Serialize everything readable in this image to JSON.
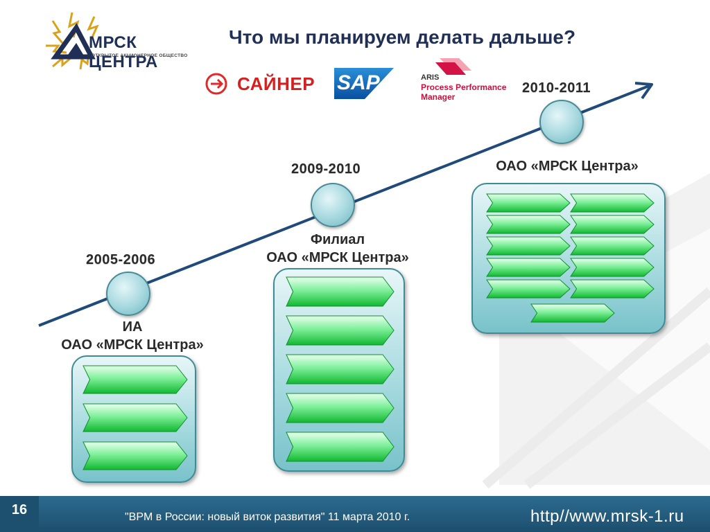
{
  "slide": {
    "title": "Что мы планируем делать дальше?",
    "page_number": "16",
    "footer_text": "\"BPM в России: новый виток развития\" 11 марта 2010 г.",
    "footer_url": "http//www.mrsk-1.ru"
  },
  "logo": {
    "name": "МРСК ЦЕНТРА",
    "subtitle": "ОТКРЫТОЕ АКЦИОНЕРНОЕ ОБЩЕСТВО"
  },
  "vendors": {
    "sainer": "САЙНЕР",
    "sap": "SAP",
    "aris_line1": "ARIS",
    "aris_line2": "Process Performance",
    "aris_line3": "Manager"
  },
  "stages": [
    {
      "period": "2005-2006",
      "label_line1": "ИА",
      "label_line2": "ОАО «МРСК Центра»",
      "arrow_count": 3
    },
    {
      "period": "2009-2010",
      "label_line1": "Филиал",
      "label_line2": "ОАО «МРСК Центра»",
      "arrow_count": 5
    },
    {
      "period": "2010-2011",
      "label_line1": "ОАО «МРСК Центра»",
      "label_line2": "",
      "arrow_count": 11
    }
  ],
  "colors": {
    "title": "#1f2f55",
    "footer": "#1d4f6e",
    "arrow_green": "#2fd04a",
    "panel": "#a8dbe0",
    "timeline": "#1f4a7a"
  }
}
